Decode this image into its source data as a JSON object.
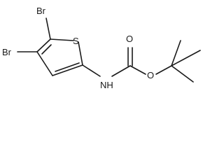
{
  "diagram": {
    "atoms": {
      "br_upper": "Br",
      "br_lower": "Br",
      "sulfur": "S",
      "amine": "NH",
      "carbonyl_oxygen": "O",
      "ester_oxygen": "O"
    }
  }
}
